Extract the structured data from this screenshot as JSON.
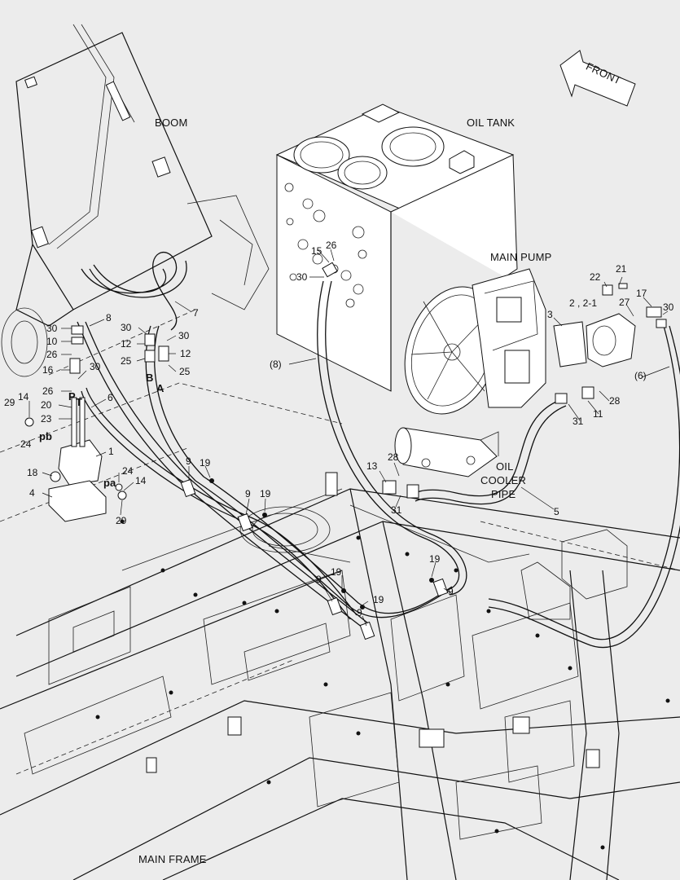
{
  "title_labels": {
    "boom": "BOOM",
    "oil_tank": "OIL TANK",
    "main_pump": "MAIN PUMP",
    "oil_cooler_pipe": [
      "OIL",
      "COOLER",
      "PIPE"
    ],
    "main_frame": "MAIN FRAME",
    "front": "FRONT"
  },
  "ports": {
    "B": "B",
    "A": "A",
    "P": "P",
    "T": "T",
    "pb": "pb",
    "pa": "pa"
  },
  "callouts": [
    "30",
    "10",
    "26",
    "16",
    "26",
    "30",
    "8",
    "7",
    "30",
    "12",
    "25",
    "30",
    "12",
    "25",
    "29",
    "14",
    "20",
    "23",
    "24",
    "6",
    "1",
    "18",
    "4",
    "24",
    "14",
    "29",
    "9",
    "19",
    "9",
    "19",
    "19",
    "9",
    "19",
    "9",
    "9",
    "19",
    "(8)",
    "15",
    "26",
    "30",
    "3",
    "2 , 2-1",
    "22",
    "21",
    "17",
    "27",
    "30",
    "(6)",
    "28",
    "11",
    "31",
    "28",
    "13",
    "31",
    "5"
  ]
}
